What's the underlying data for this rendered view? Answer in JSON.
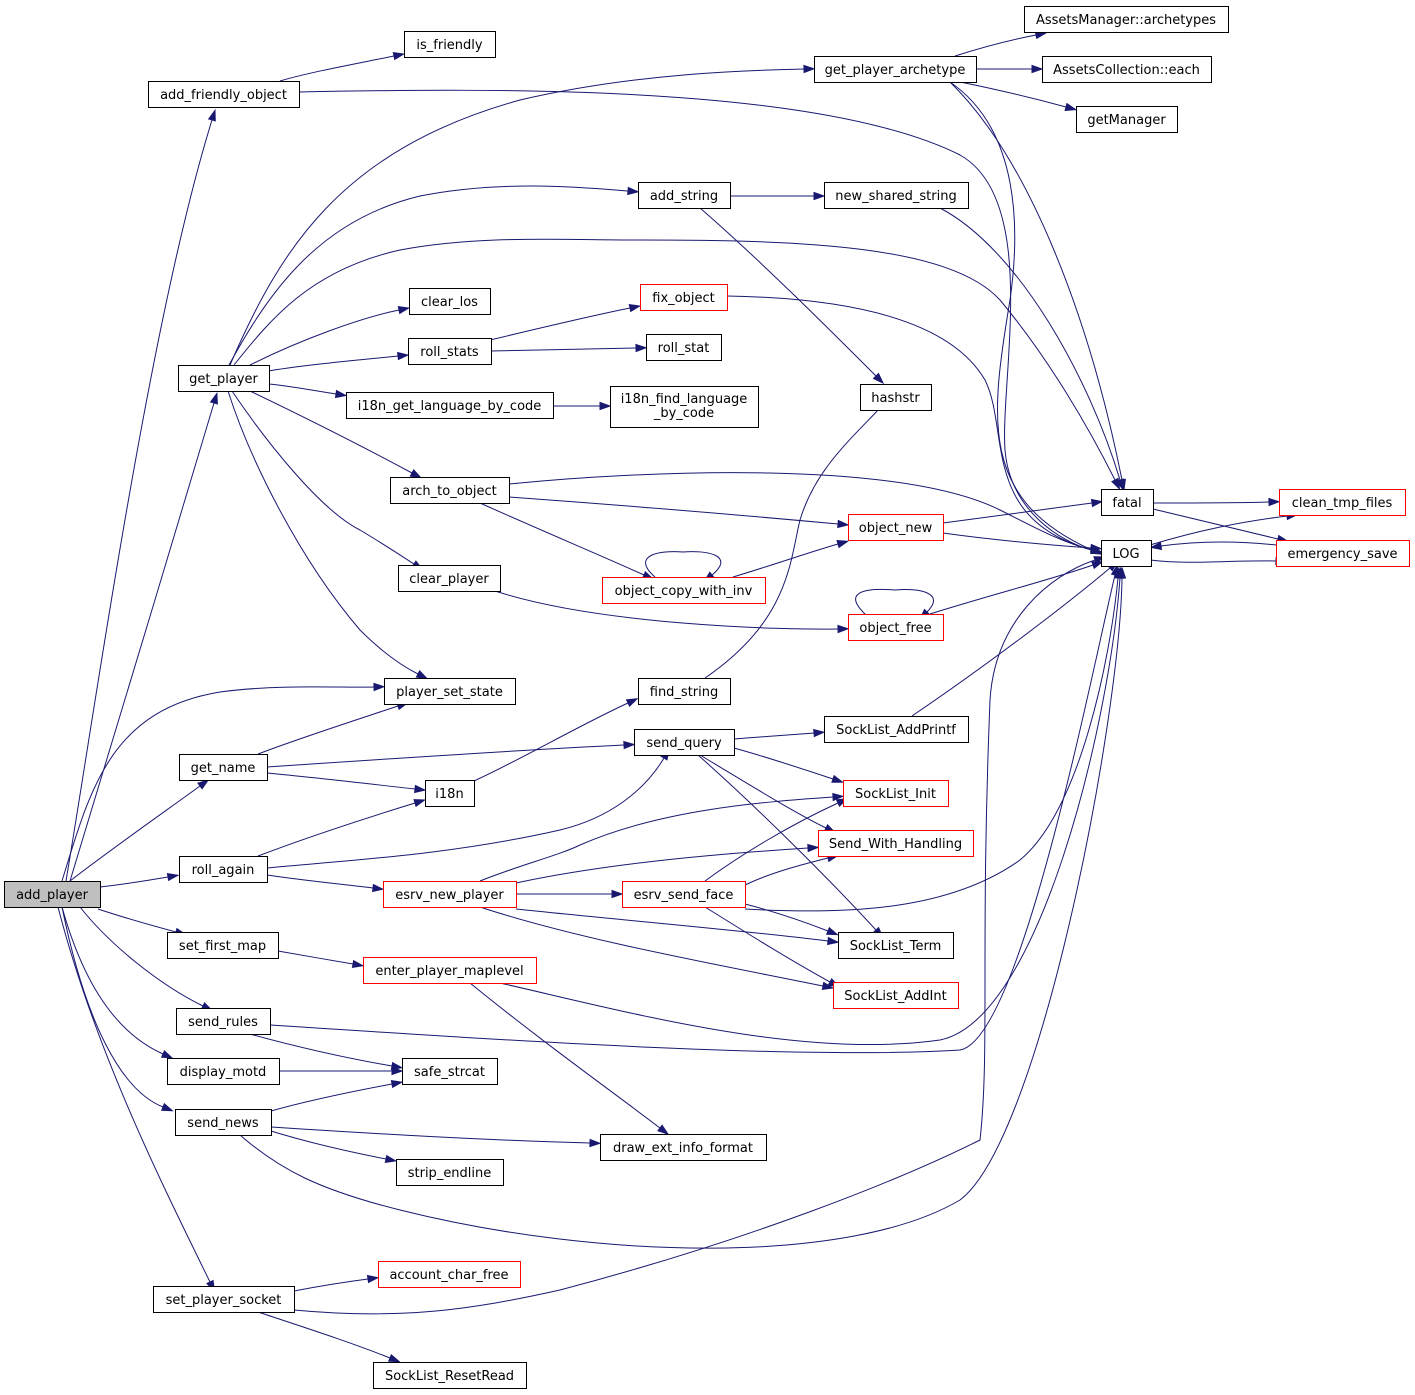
{
  "colors": {
    "edge": "#191970",
    "node_border": "#000000",
    "node_border_truncated": "#ff0000",
    "root_fill": "#bfbfbf",
    "node_fill": "#ffffff"
  },
  "nodes": {
    "add_player": "add_player",
    "add_friendly_object": "add_friendly_object",
    "is_friendly": "is_friendly",
    "get_player_archetype": "get_player_archetype",
    "assets_manager_archetypes": "AssetsManager::archetypes",
    "assets_collection_each": "AssetsCollection::each",
    "get_manager": "getManager",
    "add_string": "add_string",
    "new_shared_string": "new_shared_string",
    "clear_los": "clear_los",
    "fix_object": "fix_object",
    "roll_stats": "roll_stats",
    "roll_stat": "roll_stat",
    "get_player": "get_player",
    "i18n_get_language_by_code": "i18n_get_language_by_code",
    "i18n_find_language_line1": "i18n_find_language",
    "i18n_find_language_line2": "_by_code",
    "hashstr": "hashstr",
    "arch_to_object": "arch_to_object",
    "fatal": "fatal",
    "clean_tmp_files": "clean_tmp_files",
    "object_new": "object_new",
    "log": "LOG",
    "emergency_save": "emergency_save",
    "clear_player": "clear_player",
    "object_copy_with_inv": "object_copy_with_inv",
    "object_free": "object_free",
    "player_set_state": "player_set_state",
    "find_string": "find_string",
    "get_name": "get_name",
    "send_query": "send_query",
    "socklist_addprintf": "SockList_AddPrintf",
    "i18n": "i18n",
    "socklist_init": "SockList_Init",
    "send_with_handling": "Send_With_Handling",
    "roll_again": "roll_again",
    "esrv_new_player": "esrv_new_player",
    "esrv_send_face": "esrv_send_face",
    "socklist_term": "SockList_Term",
    "set_first_map": "set_first_map",
    "enter_player_maplevel": "enter_player_maplevel",
    "socklist_addint": "SockList_AddInt",
    "send_rules": "send_rules",
    "display_motd": "display_motd",
    "safe_strcat": "safe_strcat",
    "send_news": "send_news",
    "draw_ext_info_format": "draw_ext_info_format",
    "strip_endline": "strip_endline",
    "set_player_socket": "set_player_socket",
    "account_char_free": "account_char_free",
    "socklist_resetread": "SockList_ResetRead"
  }
}
